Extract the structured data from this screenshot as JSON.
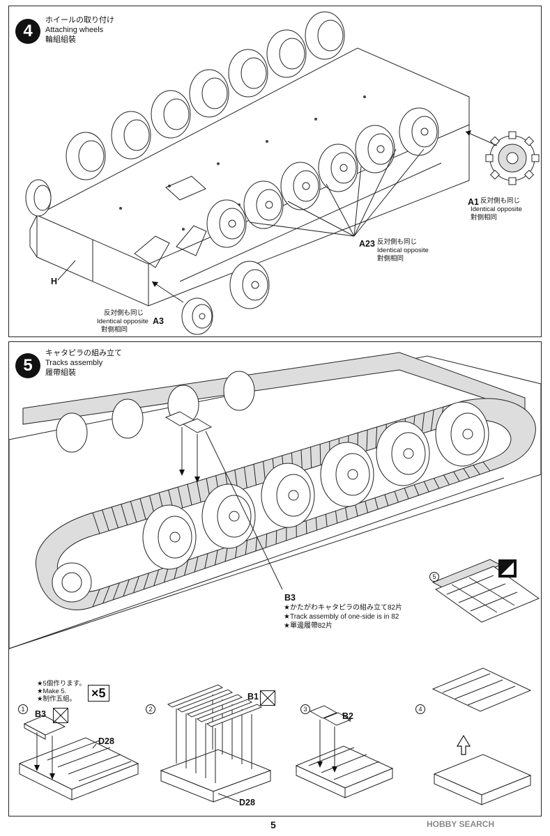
{
  "step4": {
    "number": "4",
    "title_jp": "ホイールの取り付け",
    "title_en": "Attaching wheels",
    "title_cn": "輪組組裝",
    "label_h": "H",
    "callout_a1": {
      "part": "A1",
      "line_jp": "反対側も同じ",
      "line_en": "Identical opposite",
      "line_cn": "對側相同"
    },
    "callout_a23": {
      "part": "A23",
      "line_jp": "反対側も同じ",
      "line_en": "Identical opposite",
      "line_cn": "對側相同"
    },
    "callout_a3": {
      "part": "A3",
      "line_jp": "反対側も同じ",
      "line_en": "Identical opposite",
      "line_cn": "對側相同"
    }
  },
  "step5": {
    "number": "5",
    "title_jp": "キャタピラの組み立て",
    "title_en": "Tracks assembly",
    "title_cn": "履帶組裝",
    "callout_b3": {
      "part": "B3",
      "line_jp": "★かたがわキャタピラの組み立て82片",
      "line_en": "★Track assembly of one-side is in 82",
      "line_cn": "★單邊履帶82片"
    },
    "substeps": {
      "s1": {
        "num": "1",
        "note_jp": "★5個作ります。",
        "note_en": "★Make 5.",
        "note_cn": "★制作五組。",
        "times": "×5",
        "part_b3": "B3",
        "part_d28": "D28"
      },
      "s2": {
        "num": "2",
        "part_b1": "B1",
        "part_d28": "D28"
      },
      "s3": {
        "num": "3",
        "part_b2": "B2"
      },
      "s4": {
        "num": "4"
      },
      "s5": {
        "num": "5"
      }
    }
  },
  "page_number": "5",
  "watermark": "HOBBY SEARCH"
}
